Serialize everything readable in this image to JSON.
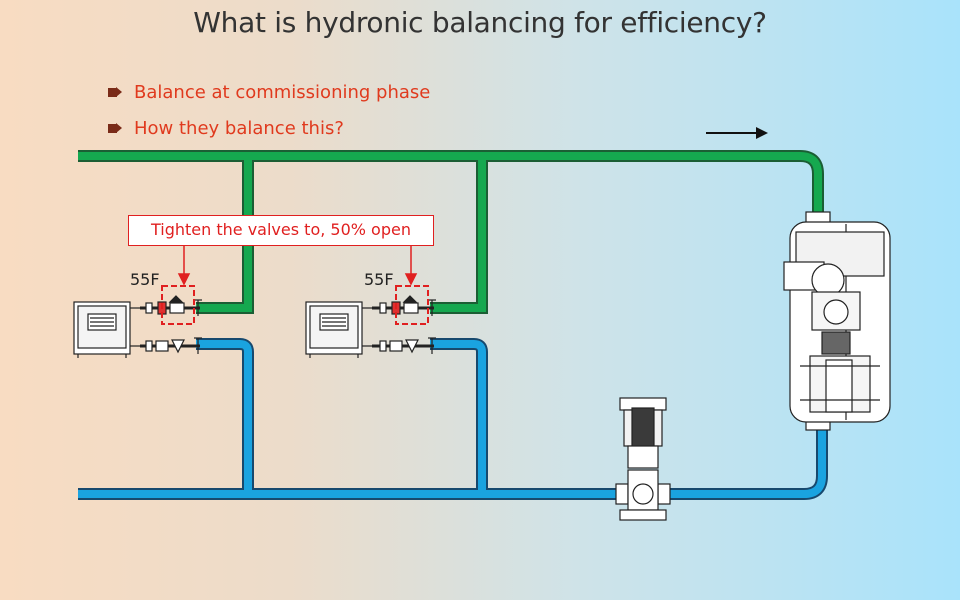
{
  "title": "What is hydronic balancing for efficiency?",
  "bullets": [
    {
      "text": "Balance at commissioning phase"
    },
    {
      "text": "How they balance this?"
    }
  ],
  "callout": "Tighten the valves to, 50% open",
  "temperature_labels": [
    "55F",
    "55F"
  ],
  "colors": {
    "supply_pipe": "#15a84f",
    "return_pipe": "#1aa3e0",
    "bullet_text": "#e03a1e",
    "callout": "#e02020"
  },
  "icons": [
    "air-handler-icon",
    "balancing-valve-icon",
    "pump-icon",
    "chiller-icon",
    "flow-arrow-icon"
  ]
}
